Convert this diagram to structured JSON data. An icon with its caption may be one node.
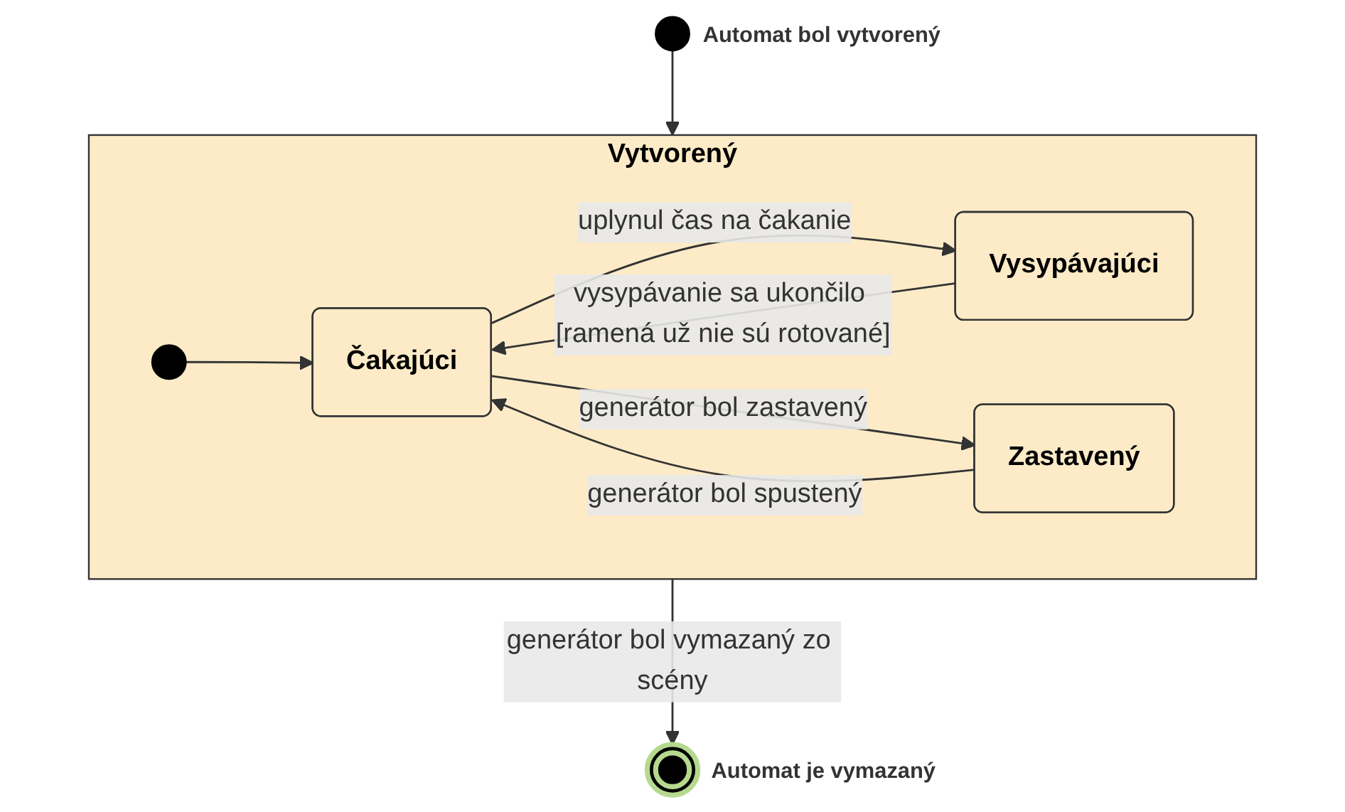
{
  "diagram": {
    "nodes": [
      {
        "text": [],
        "shape": "circle",
        "beside": [
          "Automat bol vytvorený"
        ]
      },
      {
        "text": [
          "Vytvorený"
        ]
      },
      {
        "text": [],
        "shape": "circle",
        "in": 1
      },
      {
        "text": [
          "Vysypávajúci"
        ],
        "in": 1
      },
      {
        "text": [
          "Čakajúci"
        ],
        "in": 1
      },
      {
        "text": [
          "Zastavený"
        ],
        "in": 1
      },
      {
        "text": [],
        "shape": "circle",
        "beside": [
          "Automat je vymazaný"
        ]
      }
    ],
    "edges": [
      {
        "from": 0,
        "to": 1,
        "arrow": "to"
      },
      {
        "from": 2,
        "to": 4,
        "arrow": "to"
      },
      {
        "from": 3,
        "to": 4,
        "arrow": "to",
        "label": "vysypávanie sa ukončilo [ramená už nie sú rotované]"
      },
      {
        "from": 4,
        "to": 3,
        "arrow": "to",
        "label": "uplynul čas na čakanie"
      },
      {
        "from": 5,
        "to": 4,
        "arrow": "to",
        "label": "generátor bol spustený"
      },
      {
        "from": 4,
        "to": 5,
        "arrow": "to",
        "label": "generátor bol zastavený"
      },
      {
        "from": 1,
        "to": 6,
        "arrow": "to",
        "label": "generátor bol vymazaný zo scény"
      }
    ]
  }
}
